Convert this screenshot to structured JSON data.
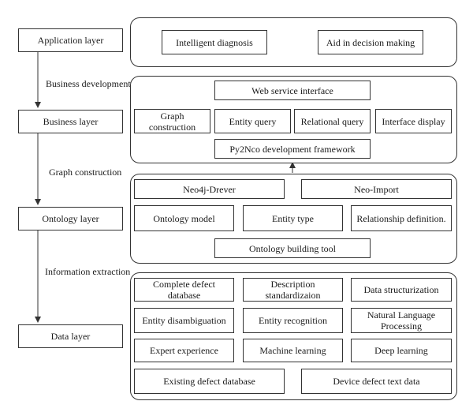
{
  "layers": {
    "application": "Application layer",
    "business": "Business layer",
    "ontology": "Ontology layer",
    "data": "Data layer"
  },
  "flows": {
    "business_development": "Business development",
    "graph_construction": "Graph construction",
    "information_extraction": "Information extraction"
  },
  "application_panel": {
    "intelligent_diagnosis": "Intelligent diagnosis",
    "aid_decision": "Aid in decision making"
  },
  "business_panel": {
    "web_service": "Web service interface",
    "graph_construction": "Graph construction",
    "entity_query": "Entity query",
    "relational_query": "Relational query",
    "interface_display": "Interface display",
    "framework": "Py2Nco development framework"
  },
  "ontology_panel": {
    "neo4j_driver": "Neo4j-Drever",
    "neo_import": "Neo-Import",
    "ontology_model": "Ontology model",
    "entity_type": "Entity type",
    "relationship_definition": "Relationship definition.",
    "building_tool": "Ontology building tool"
  },
  "data_panel": {
    "complete_defect_db": "Complete defect database",
    "description_standardization": "Description standardizaion",
    "data_structurization": "Data structurization",
    "entity_disambiguation": "Entity disambiguation",
    "entity_recognition": "Entity recognition",
    "nlp": "Natural Language Processing",
    "expert_experience": "Expert experience",
    "machine_learning": "Machine learning",
    "deep_learning": "Deep learning",
    "existing_defect_db": "Existing defect database",
    "device_defect_text": "Device defect text data"
  }
}
